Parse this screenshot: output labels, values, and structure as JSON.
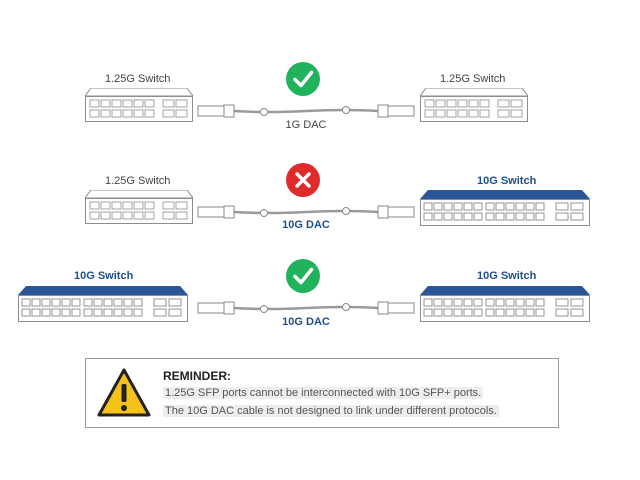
{
  "rows": [
    {
      "left_label": "1.25G Switch",
      "right_label": "1.25G Switch",
      "cable_label": "1G DAC",
      "status": "compatible",
      "status_icon": "check-icon"
    },
    {
      "left_label": "1.25G Switch",
      "right_label": "10G Switch",
      "cable_label": "10G DAC",
      "status": "incompatible",
      "status_icon": "x-icon"
    },
    {
      "left_label": "10G Switch",
      "right_label": "10G Switch",
      "cable_label": "10G DAC",
      "status": "compatible",
      "status_icon": "check-icon"
    }
  ],
  "reminder": {
    "title": "REMINDER:",
    "line1": "1.25G SFP ports cannot be interconnected with 10G SFP+ ports.",
    "line2": "The 10G DAC cable is not designed to link under different protocols.",
    "icon": "warning-triangle-icon"
  },
  "colors": {
    "check_green": "#21b35b",
    "cross_red": "#e02b2b",
    "switch_blue": "#2a5599",
    "label_blue": "#1f4e8c",
    "warning_yellow": "#f4c21a"
  }
}
